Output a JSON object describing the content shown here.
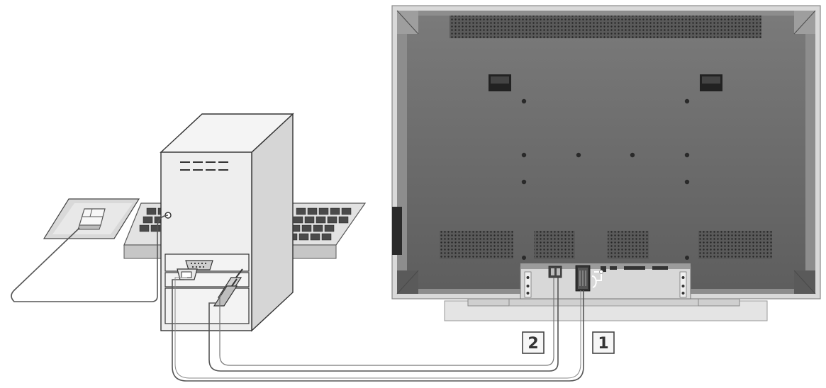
{
  "callouts": [
    {
      "id": "1",
      "label": "1"
    },
    {
      "id": "2",
      "label": "2"
    }
  ],
  "colors": {
    "monitor_back": "#6e6e6e",
    "monitor_frame": "#8c8c8c",
    "monitor_edge": "#d8d8d8",
    "vent": "#3a3a3a",
    "pc_case": "#eeeeee",
    "pc_side": "#d6d6d6",
    "keyboard": "#e2e2e2",
    "keycap": "#4a4a4a",
    "cable": "#555555",
    "callout_border": "#444444",
    "callout_text": "#333333"
  },
  "icons": {
    "computer": "desktop-tower-icon",
    "keyboard": "keyboard-icon",
    "mouse": "mouse-icon",
    "monitor": "monitor-rear-icon",
    "video_connector": "vga-connector-icon",
    "audio_connector": "audio-jack-icon"
  }
}
